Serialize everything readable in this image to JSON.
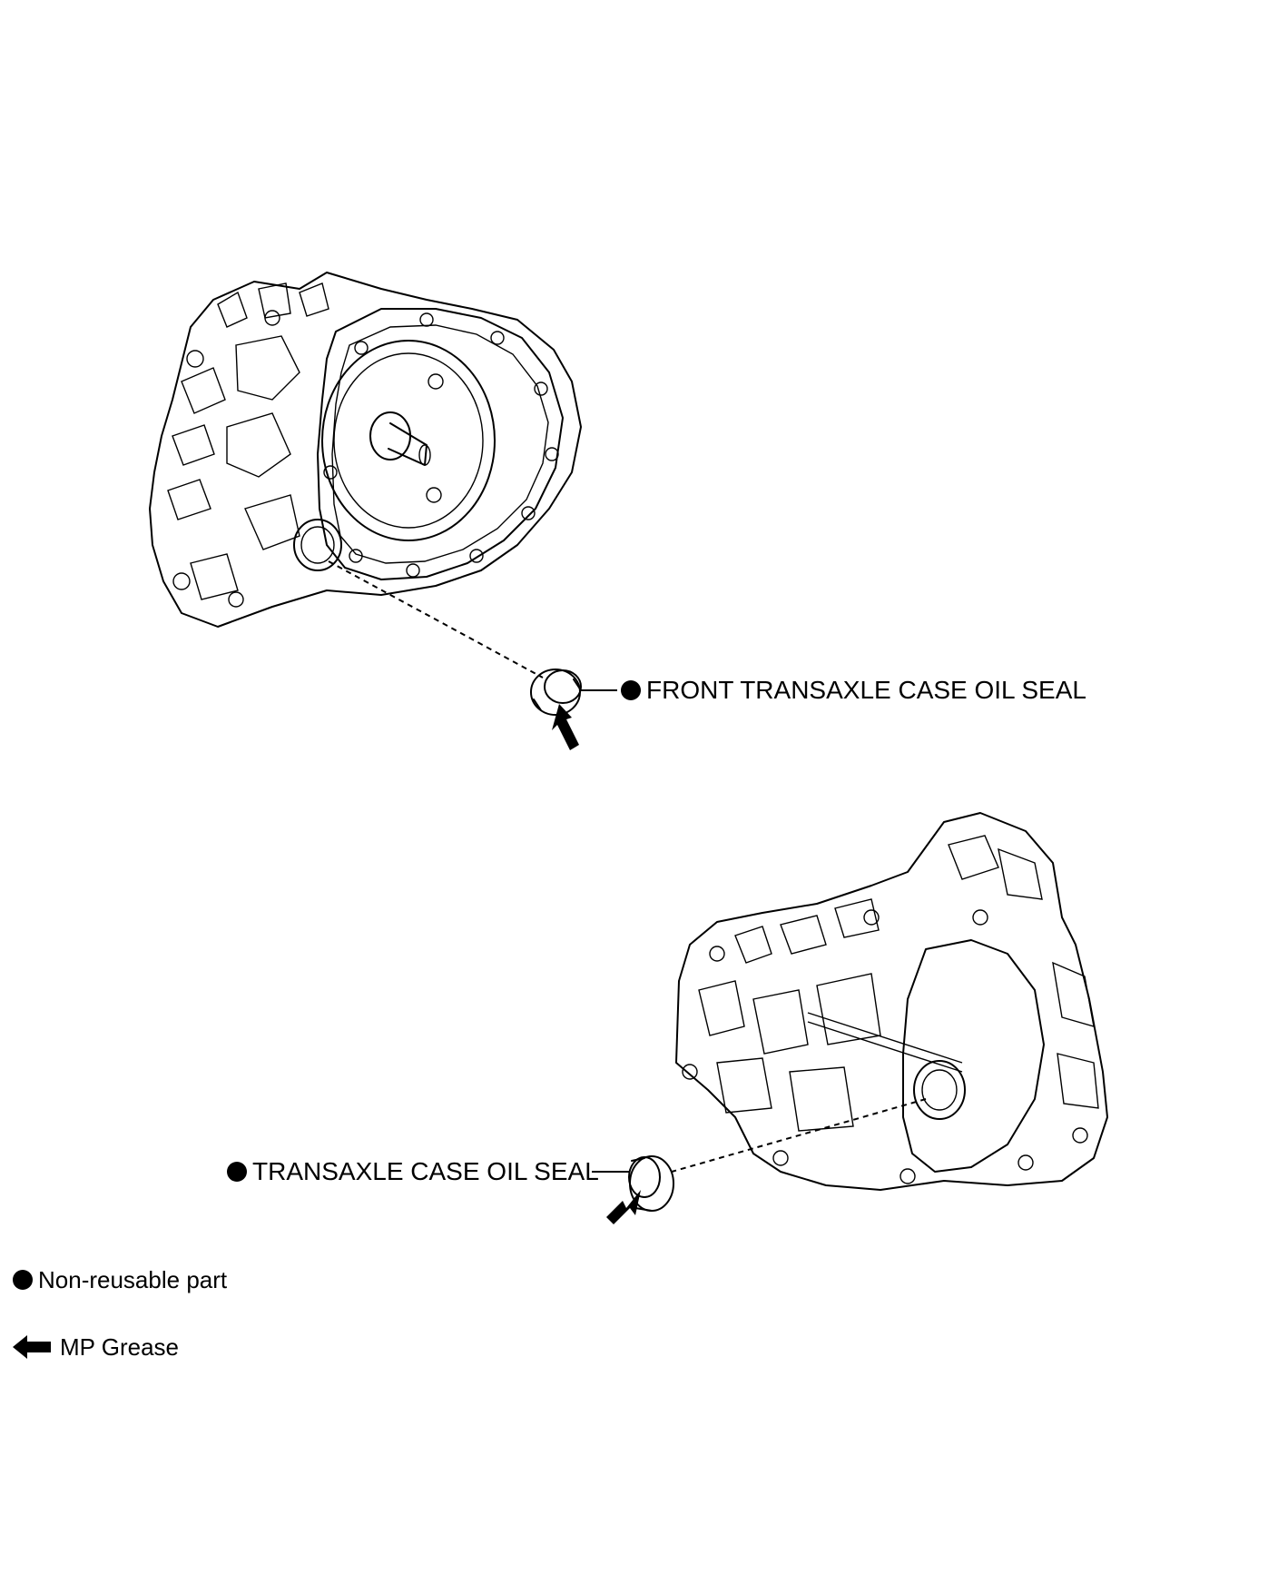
{
  "labels": {
    "front_seal": "FRONT TRANSAXLE CASE OIL SEAL",
    "case_seal": "TRANSAXLE CASE OIL SEAL"
  },
  "legend": {
    "non_reusable": "Non-reusable part",
    "mp_grease": "MP Grease"
  },
  "colors": {
    "line": "#000000",
    "background": "#ffffff"
  },
  "icons": {
    "non_reusable": "filled-circle-icon",
    "mp_grease": "grease-arrow-icon"
  }
}
